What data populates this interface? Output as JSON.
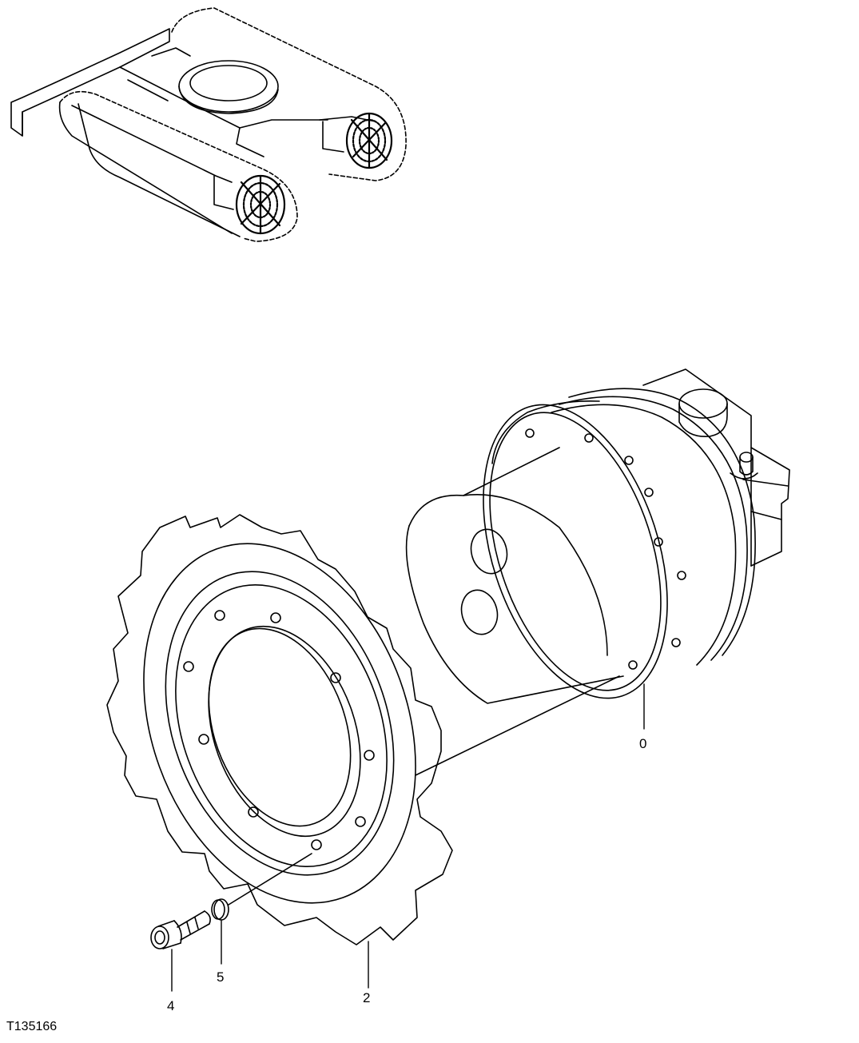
{
  "figure_id": "T135166",
  "callouts": {
    "final_drive": "0",
    "sprocket": "2",
    "cap_screw": "4",
    "washer": "5"
  }
}
